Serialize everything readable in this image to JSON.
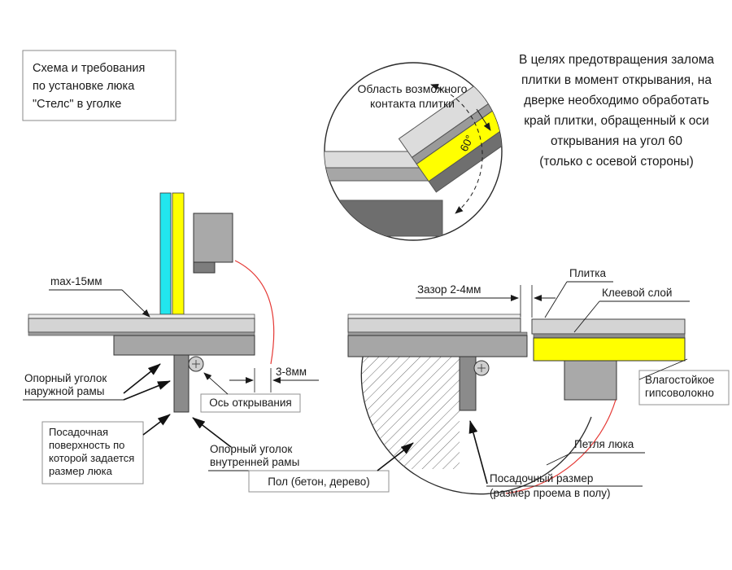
{
  "title_box": {
    "line1": "Схема и требования",
    "line2": "по установке люка",
    "line3": "\"Стелс\" в уголке"
  },
  "note": {
    "line1": "В целях предотвращения залома",
    "line2": "плитки в момент открывания, на",
    "line3": "дверке необходимо обработать",
    "line4": "край плитки, обращенный к оси",
    "line5": "открывания на угол 60",
    "line6": "(только с осевой стороны)"
  },
  "detail": {
    "label1": "Область возможного",
    "label2": "контакта плитки",
    "angle": "60°"
  },
  "left": {
    "max_dim": "max-15мм",
    "gap_dim": "3-8мм",
    "axis_label": "Ось открывания",
    "outer1": "Опорный уголок",
    "outer2": "наружной рамы",
    "seat1": "Посадочная",
    "seat2": "поверхность по",
    "seat3": "которой задается",
    "seat4": "размер люка",
    "inner1": "Опорный уголок",
    "inner2": "внутренней рамы"
  },
  "right": {
    "gap_dim": "Зазор 2-4мм",
    "tile": "Плитка",
    "glue": "Клеевой слой",
    "gvl1": "Влагостойкое",
    "gvl2": "гипсоволокно",
    "hinge": "Петля люка",
    "floor": "Пол (бетон, дерево)",
    "seat1": "Посадочный размер",
    "seat2": "(размер проема в полу)"
  },
  "colors": {
    "tile_cyan": "#22e6ee",
    "gvl_yellow": "#ffff00",
    "tile_gray": "#d4d4d4",
    "frame_gray": "#a6a6a6",
    "floor_dark_gray": "#6e6e6e",
    "swing_red": "#e53935"
  }
}
